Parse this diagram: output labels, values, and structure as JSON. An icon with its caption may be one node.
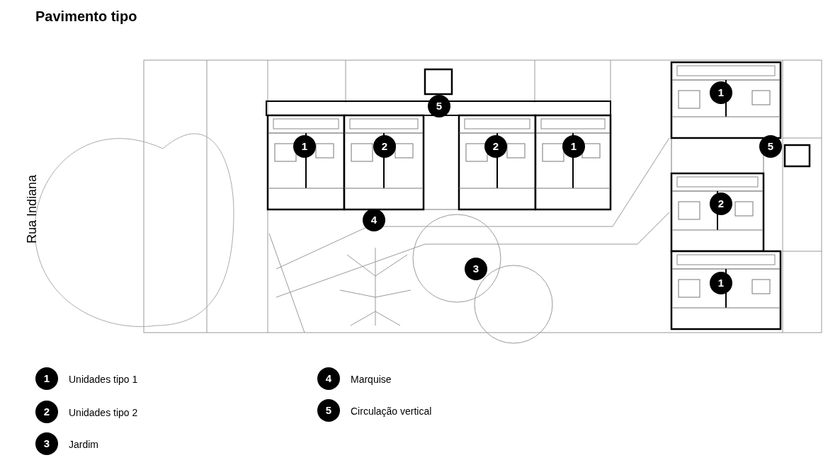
{
  "diagram": {
    "title": "Pavimento tipo",
    "labels": [
      "Rua Indiana",
      "5",
      "1",
      "2",
      "2",
      "1",
      "1",
      "5",
      "4",
      "2",
      "3",
      "1",
      "1",
      "2",
      "3",
      "4",
      "5"
    ],
    "legend": [
      {
        "text": "Unidades tipo 1"
      },
      {
        "text": "Unidades tipo 2"
      },
      {
        "text": "Jardim"
      },
      {
        "text": "Marquise"
      },
      {
        "text": "Circulação vertical"
      }
    ]
  }
}
